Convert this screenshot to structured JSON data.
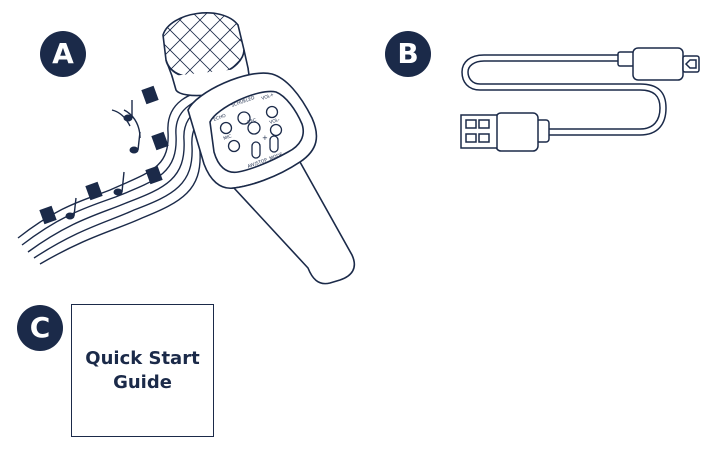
{
  "items": {
    "a": {
      "letter": "A"
    },
    "b": {
      "letter": "B"
    },
    "c": {
      "letter": "C",
      "booklet_line1": "Quick Start",
      "booklet_line2": "Guide"
    }
  },
  "mic_buttons": [
    "ЕСНО",
    "SCHUELED",
    "VOL+",
    "MIC",
    "REC",
    "VOL-",
    "AW/STOP",
    "MODE",
    "+"
  ],
  "colors": {
    "ink": "#1b2a49",
    "background": "#ffffff"
  }
}
